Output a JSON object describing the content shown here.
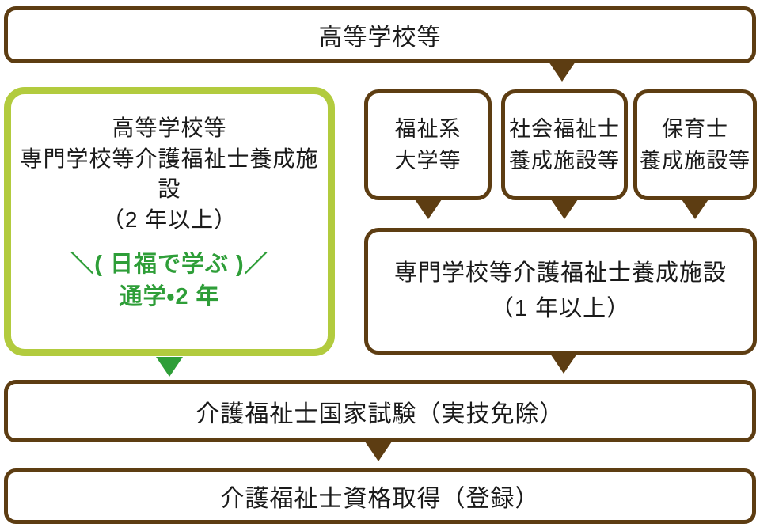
{
  "colors": {
    "brown": "#5d3d12",
    "light_green_border": "#b2cb3e",
    "green_accent": "#2e9e38",
    "text": "#1a1a1a"
  },
  "boxes": {
    "high_school": {
      "label": "高等学校等"
    },
    "nichifuku_course": {
      "line1": "高等学校等",
      "line2": "専門学校等介護福祉士養成施設",
      "line3": "（2 年以上）",
      "highlight1": "＼( 日福で学ぶ )／",
      "highlight2": "通学・2 年"
    },
    "welfare_university": {
      "line1": "福祉系",
      "line2": "大学等"
    },
    "social_worker_facility": {
      "line1": "社会福祉士",
      "line2": "養成施設等"
    },
    "childcare_facility": {
      "line1": "保育士",
      "line2": "養成施設等"
    },
    "training_facility": {
      "line1": "専門学校等介護福祉士養成施設",
      "line2": "（1 年以上）"
    },
    "national_exam": {
      "label": "介護福祉士国家試験（実技免除）"
    },
    "license": {
      "label": "介護福祉士資格取得（登録）"
    }
  },
  "arrows": [
    {
      "name": "arrow-high-school-down",
      "color": "#5d3d12"
    },
    {
      "name": "arrow-welfare-university-down",
      "color": "#5d3d12"
    },
    {
      "name": "arrow-social-worker-down",
      "color": "#5d3d12"
    },
    {
      "name": "arrow-childcare-down",
      "color": "#5d3d12"
    },
    {
      "name": "arrow-nichifuku-down",
      "color": "#2e9e38"
    },
    {
      "name": "arrow-training-facility-down",
      "color": "#5d3d12"
    },
    {
      "name": "arrow-exam-down",
      "color": "#5d3d12"
    }
  ]
}
